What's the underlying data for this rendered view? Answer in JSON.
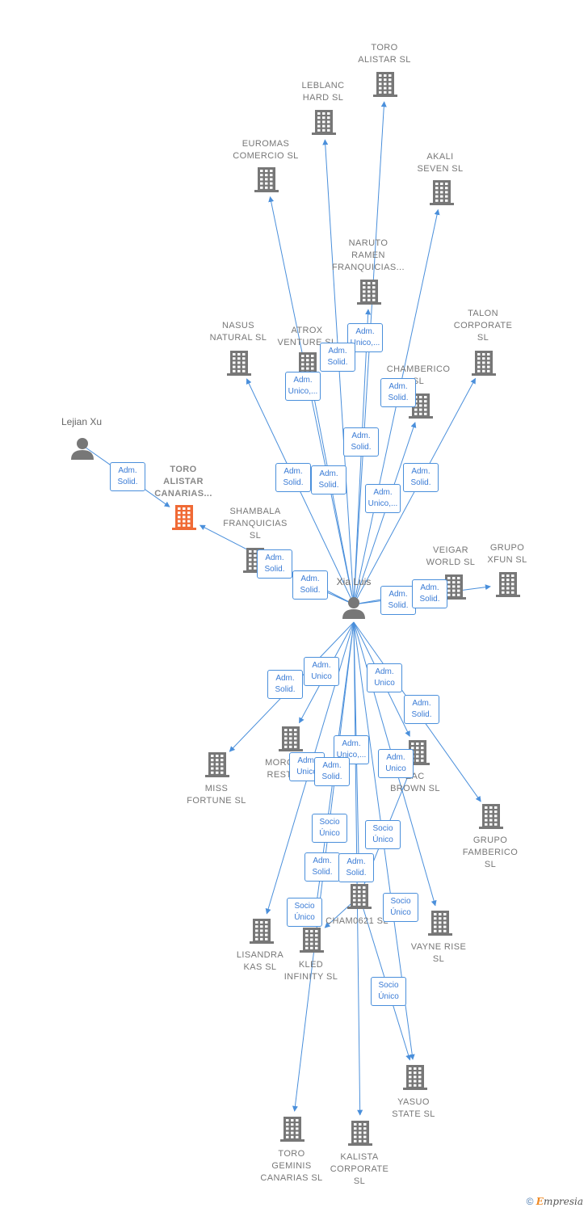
{
  "colors": {
    "company": "#777777",
    "focus": "#f06a35",
    "person": "#777777",
    "edge": "#4a8fdb"
  },
  "people": [
    {
      "id": "lejian",
      "name": "Lejian Xu"
    },
    {
      "id": "xia",
      "name": "Xia Luis"
    }
  ],
  "companies": [
    {
      "id": "toro_alistar",
      "name": "TORO\nALISTAR SL"
    },
    {
      "id": "leblanc",
      "name": "LEBLANC\nHARD SL"
    },
    {
      "id": "euromas",
      "name": "EUROMAS\nCOMERCIO SL"
    },
    {
      "id": "akali",
      "name": "AKALI\nSEVEN SL"
    },
    {
      "id": "naruto",
      "name": "NARUTO\nRAMEN\nFRANQUICIAS..."
    },
    {
      "id": "talon",
      "name": "TALON\nCORPORATE\nSL"
    },
    {
      "id": "nasus",
      "name": "NASUS\nNATURAL SL"
    },
    {
      "id": "atrox",
      "name": "ATROX\nVENTURE SL"
    },
    {
      "id": "chamberico",
      "name": "CHAMBERICO\nSL"
    },
    {
      "id": "toro_canarias",
      "name": "TORO\nALISTAR\nCANARIAS...",
      "focus": true
    },
    {
      "id": "shambala",
      "name": "SHAMBALA\nFRANQUICIAS\nSL"
    },
    {
      "id": "veigar",
      "name": "VEIGAR\nWORLD SL"
    },
    {
      "id": "grupo_xfun",
      "name": "GRUPO\nXFUN SL"
    },
    {
      "id": "miss_fortune",
      "name": "MISS\nFORTUNE SL"
    },
    {
      "id": "morg",
      "name": "MORG\nREST"
    },
    {
      "id": "zac",
      "name": "ZAC\nBROWN SL"
    },
    {
      "id": "famberico",
      "name": "GRUPO\nFAMBERICO\nSL"
    },
    {
      "id": "lisandra",
      "name": "LISANDRA\nKAS SL"
    },
    {
      "id": "kled",
      "name": "KLED\nINFINITY SL"
    },
    {
      "id": "cham0621",
      "name": "CHAM0621 SL"
    },
    {
      "id": "vayne",
      "name": "VAYNE RISE\nSL"
    },
    {
      "id": "yasuo",
      "name": "YASUO\nSTATE SL"
    },
    {
      "id": "toro_geminis",
      "name": "TORO\nGEMINIS\nCANARIAS SL"
    },
    {
      "id": "kalista",
      "name": "KALISTA\nCORPORATE\nSL"
    }
  ],
  "edges": [
    {
      "from": "lejian",
      "to": "toro_canarias"
    },
    {
      "from": "xia",
      "to": "toro_alistar"
    },
    {
      "from": "xia",
      "to": "leblanc"
    },
    {
      "from": "xia",
      "to": "euromas"
    },
    {
      "from": "xia",
      "to": "akali"
    },
    {
      "from": "xia",
      "to": "naruto"
    },
    {
      "from": "xia",
      "to": "talon"
    },
    {
      "from": "xia",
      "to": "nasus"
    },
    {
      "from": "xia",
      "to": "atrox"
    },
    {
      "from": "xia",
      "to": "chamberico"
    },
    {
      "from": "xia",
      "to": "shambala"
    },
    {
      "from": "xia",
      "to": "toro_canarias"
    },
    {
      "from": "xia",
      "to": "veigar"
    },
    {
      "from": "xia",
      "to": "grupo_xfun"
    },
    {
      "from": "xia",
      "to": "miss_fortune"
    },
    {
      "from": "xia",
      "to": "morg"
    },
    {
      "from": "xia",
      "to": "zac"
    },
    {
      "from": "xia",
      "to": "famberico"
    },
    {
      "from": "xia",
      "to": "lisandra"
    },
    {
      "from": "xia",
      "to": "kled"
    },
    {
      "from": "xia",
      "to": "cham0621"
    },
    {
      "from": "xia",
      "to": "vayne"
    },
    {
      "from": "xia",
      "to": "yasuo"
    },
    {
      "from": "xia",
      "to": "toro_geminis"
    },
    {
      "from": "xia",
      "to": "kalista"
    },
    {
      "from": "cham0621",
      "to": "yasuo"
    },
    {
      "from": "cham0621",
      "to": "zac"
    },
    {
      "from": "cham0621",
      "to": "kled"
    }
  ],
  "badges": [
    "Adm.\nSolid.",
    "Adm.\nUnico,...",
    "Adm.\nSolid.",
    "Adm.\nUnico,...",
    "Adm.\nSolid.",
    "Adm.\nSolid.",
    "Adm.\nSolid.",
    "Adm.\nSolid.",
    "Adm.\nUnico,...",
    "Adm.\nSolid.",
    "Adm.\nSolid.",
    "Adm.\nSolid.",
    "Adm.\nSolid.",
    "Adm.\nSolid.",
    "Adm.\nSolid.",
    "Adm.\nUnico",
    "Adm.\nUnico",
    "Adm.\nSolid.",
    "Adm.\nUnico,...",
    "Adm.\nUnico",
    "Adm.\nSolid.",
    "Adm.\nUnico",
    "Socio\nÚnico",
    "Socio\nÚnico",
    "Adm.\nSolid.",
    "Adm.\nSolid.",
    "Socio\nÚnico",
    "Socio\nÚnico",
    "Socio\nÚnico"
  ],
  "footer": {
    "copyright": "©",
    "brand_initial": "E",
    "brand_rest": "mpresia"
  }
}
